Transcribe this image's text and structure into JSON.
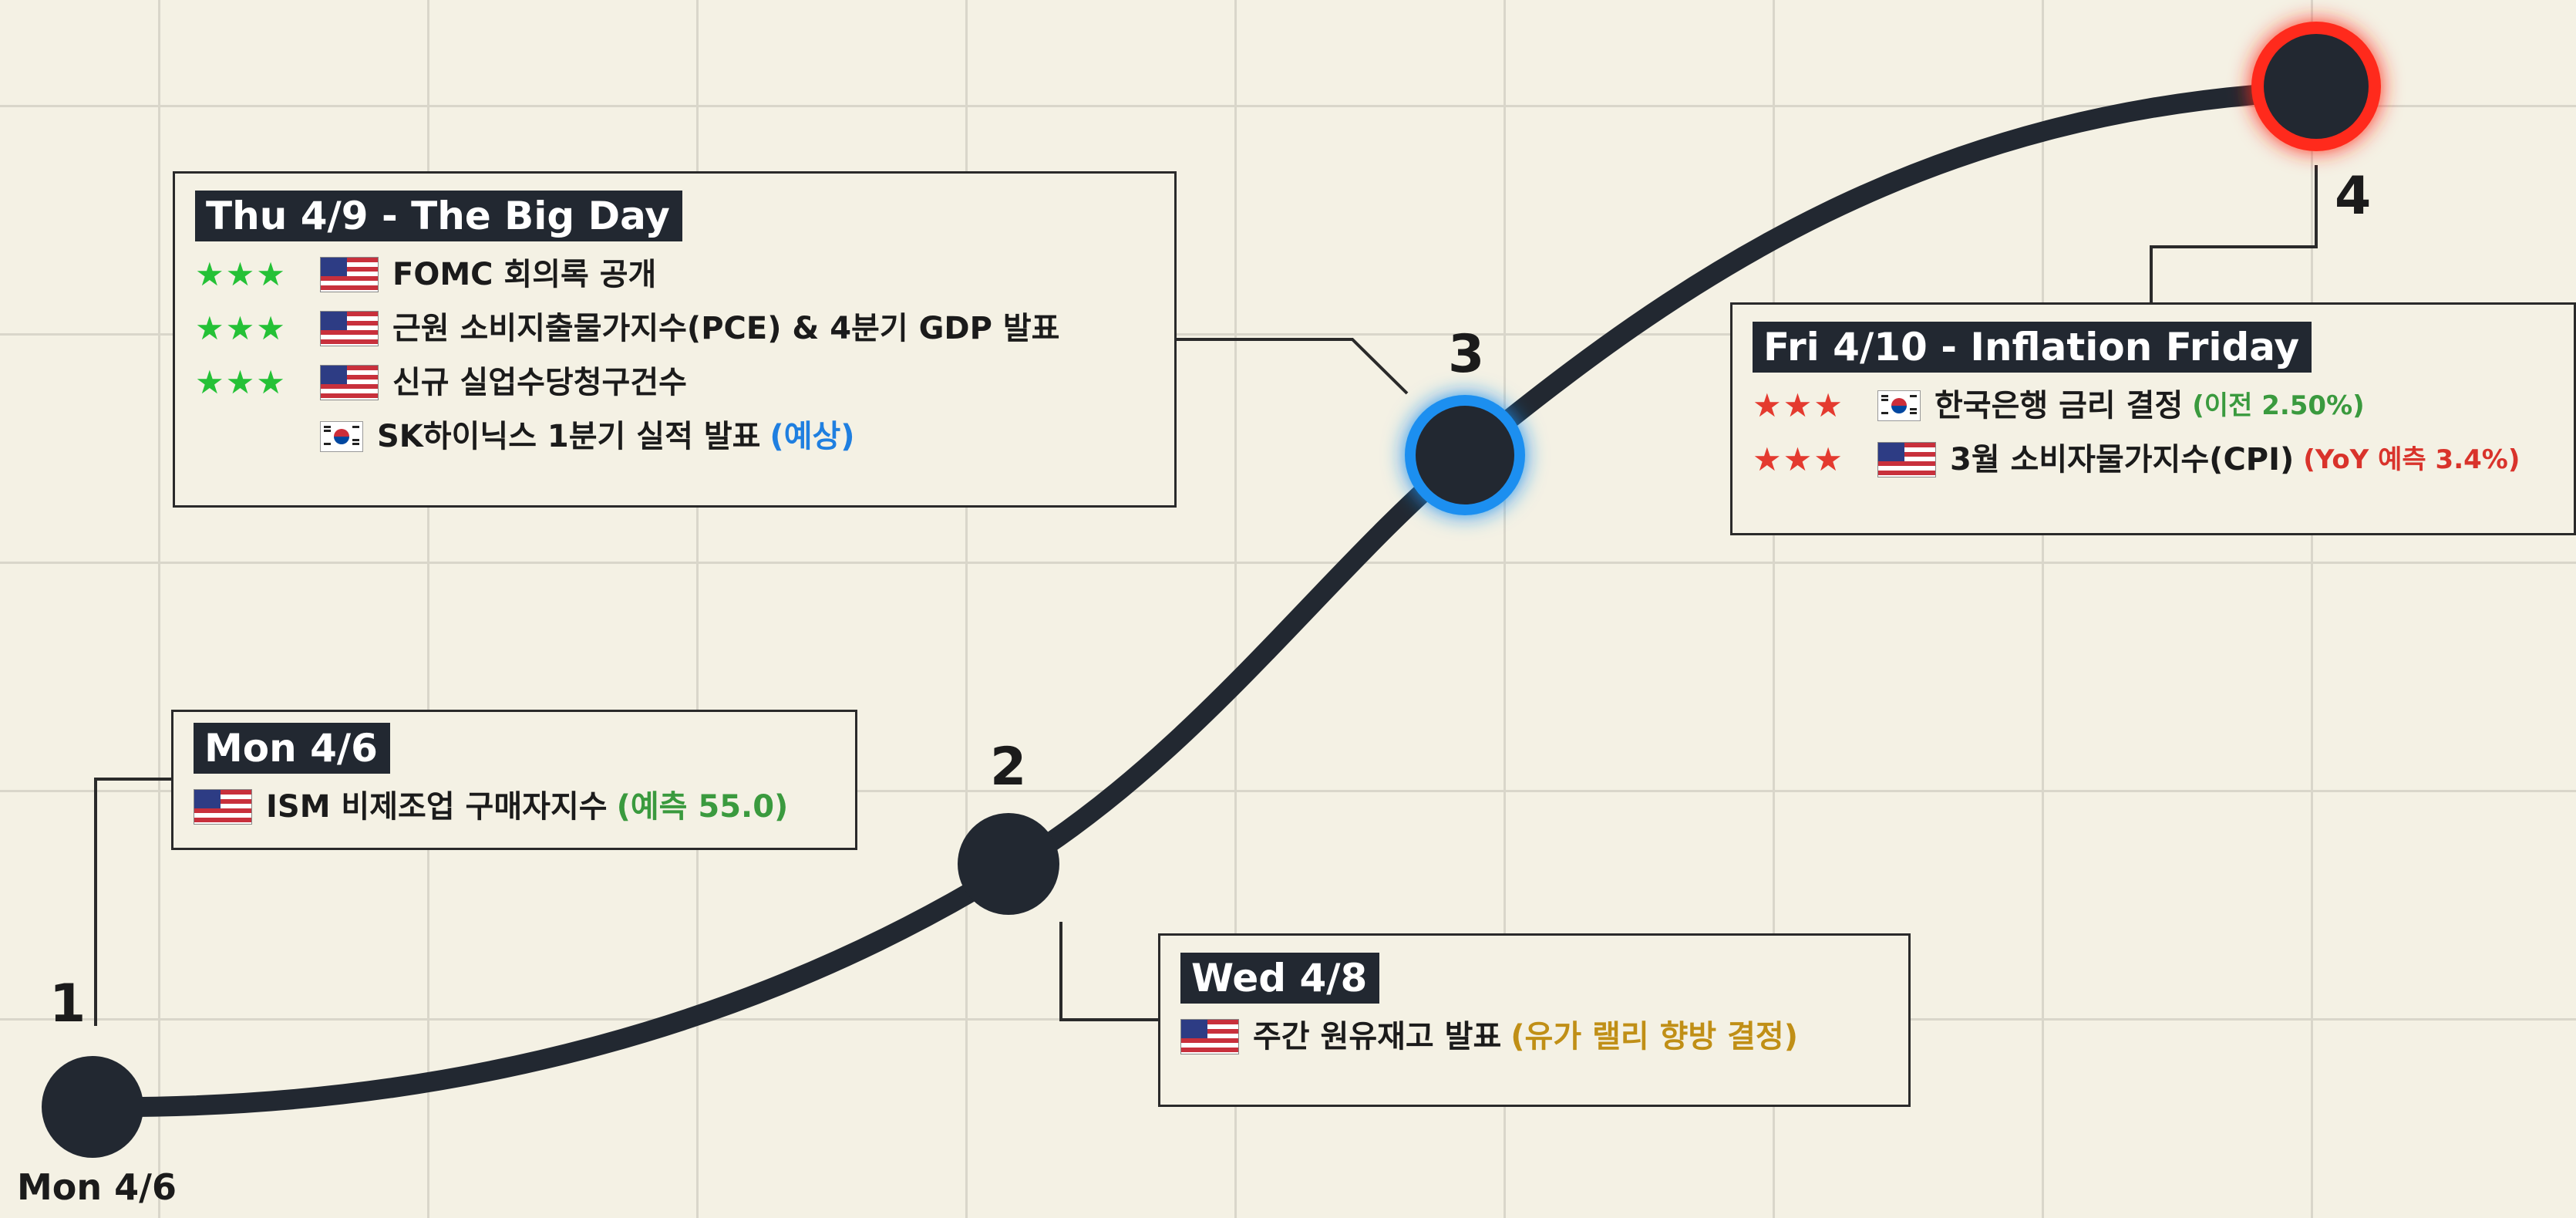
{
  "milestones": [
    {
      "number": "1",
      "axis_label": "Mon 4/6"
    },
    {
      "number": "2"
    },
    {
      "number": "3"
    },
    {
      "number": "4"
    }
  ],
  "boxes": {
    "mon": {
      "title": "Mon 4/6",
      "rows": [
        {
          "flag": "us-flag-icon",
          "text": "ISM 비제조업 구매자지수",
          "note": "(예측 55.0)",
          "note_color": "#3a9a3e"
        }
      ]
    },
    "wed": {
      "title": "Wed 4/8",
      "rows": [
        {
          "flag": "us-flag-icon",
          "text": "주간 원유재고 발표",
          "note": "(유가 랠리 향방 결정)",
          "note_color": "#c08f16"
        }
      ]
    },
    "thu": {
      "title": "Thu 4/9 - The Big Day",
      "rows": [
        {
          "stars": "★★★",
          "flag": "us-flag-icon",
          "text": "FOMC 회의록 공개"
        },
        {
          "stars": "★★★",
          "flag": "us-flag-icon",
          "text": "근원 소비지출물가지수(PCE) & 4분기 GDP 발표"
        },
        {
          "stars": "★★★",
          "flag": "us-flag-icon",
          "text": "신규 실업수당청구건수"
        },
        {
          "flag": "kr-flag-icon",
          "text": "SK하이닉스 1분기 실적 발표",
          "note": "(예상)",
          "note_color": "#1f7fe0"
        }
      ]
    },
    "fri": {
      "title": "Fri 4/10 - Inflation Friday",
      "rows": [
        {
          "stars": "★★★",
          "flag": "kr-flag-icon",
          "text": "한국은행 금리 결정",
          "note": "(이전 2.50%)",
          "note_color": "#3a9a3e"
        },
        {
          "stars": "★★★",
          "flag": "us-flag-icon",
          "text": "3월 소비자물가지수(CPI)",
          "note": "(YoY 예측 3.4%)",
          "note_color": "#d9332b"
        }
      ]
    }
  },
  "colors": {
    "background": "#f4f1e4",
    "star_green": "#24c136",
    "star_red": "#e43a2f",
    "node_dark": "#222831",
    "glow_blue": "#1f8ff0",
    "glow_red": "#ff2a1f"
  }
}
